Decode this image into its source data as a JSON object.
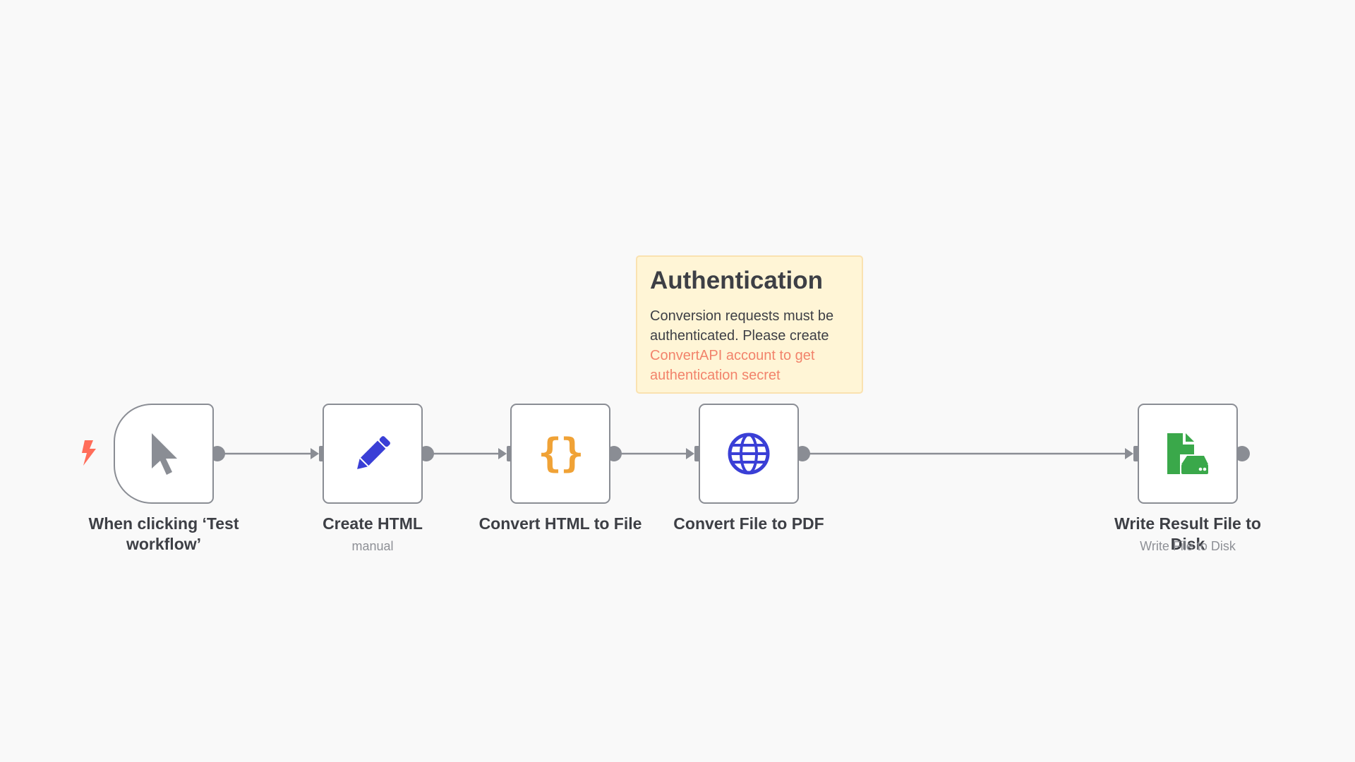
{
  "nodes": [
    {
      "id": "manual-trigger",
      "label": "When clicking ‘Test workflow’",
      "subtitle": "",
      "icon": "cursor-icon"
    },
    {
      "id": "create-html",
      "label": "Create HTML",
      "subtitle": "manual",
      "icon": "pencil-icon"
    },
    {
      "id": "convert-html-to-file",
      "label": "Convert HTML to File",
      "subtitle": "",
      "icon": "braces-icon"
    },
    {
      "id": "convert-file-to-pdf",
      "label": "Convert File to PDF",
      "subtitle": "",
      "icon": "globe-icon"
    },
    {
      "id": "write-result-file",
      "label": "Write Result File to Disk",
      "subtitle": "Write File to Disk",
      "icon": "file-disk-icon"
    }
  ],
  "sticky_note": {
    "title": "Authentication",
    "body": "Conversion requests must be authenticated. Please create",
    "link_text": "ConvertAPI account to get authentication secret"
  },
  "colors": {
    "canvas": "#f9f9f9",
    "node_border": "#8a8d94",
    "connector": "#8a8d94",
    "trigger_bolt": "#ff6d5a",
    "cursor_icon": "#8a8d94",
    "pencil_icon": "#3a3fd6",
    "braces_icon": "#f0a236",
    "globe_icon": "#3a3fd6",
    "file_icon": "#3aa84a",
    "sticky_bg": "#fff5d6",
    "sticky_link": "#f2836b"
  }
}
